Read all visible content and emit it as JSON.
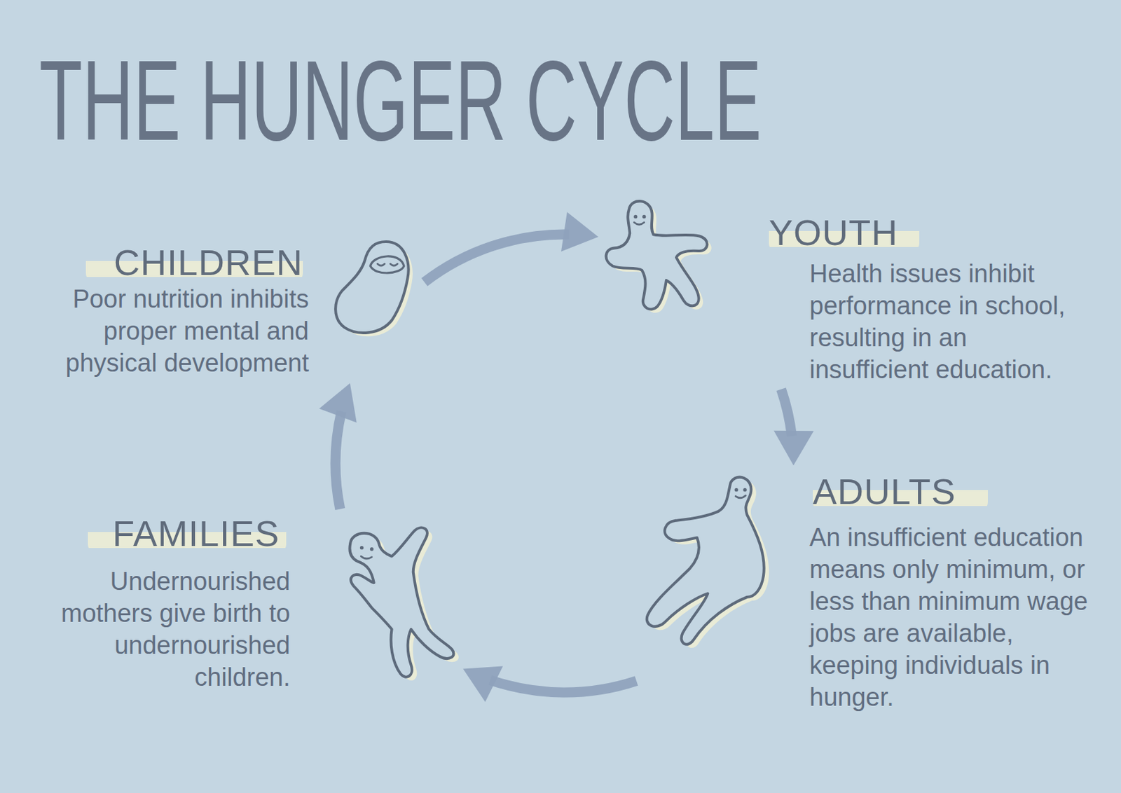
{
  "diagram": {
    "title": "THE HUNGER CYCLE",
    "nodes": [
      {
        "text": [
          "CHILDREN",
          "Poor nutrition inhibits proper mental and physical development"
        ]
      },
      {
        "text": [
          "YOUTH",
          "Health issues inhibit performance in school, resulting in an insufficient education."
        ]
      },
      {
        "text": [
          "ADULTS",
          "An insufficient education means only minimum, or less than minimum wage jobs are available, keeping individuals in hunger."
        ]
      },
      {
        "text": [
          "FAMILIES",
          "Undernourished mothers give birth to undernourished children."
        ]
      }
    ],
    "edges": [
      {
        "from": 0,
        "to": 1,
        "arrow": "to"
      },
      {
        "from": 1,
        "to": 2,
        "arrow": "to"
      },
      {
        "from": 2,
        "to": 3,
        "arrow": "to"
      },
      {
        "from": 3,
        "to": 0,
        "arrow": "to"
      }
    ]
  }
}
